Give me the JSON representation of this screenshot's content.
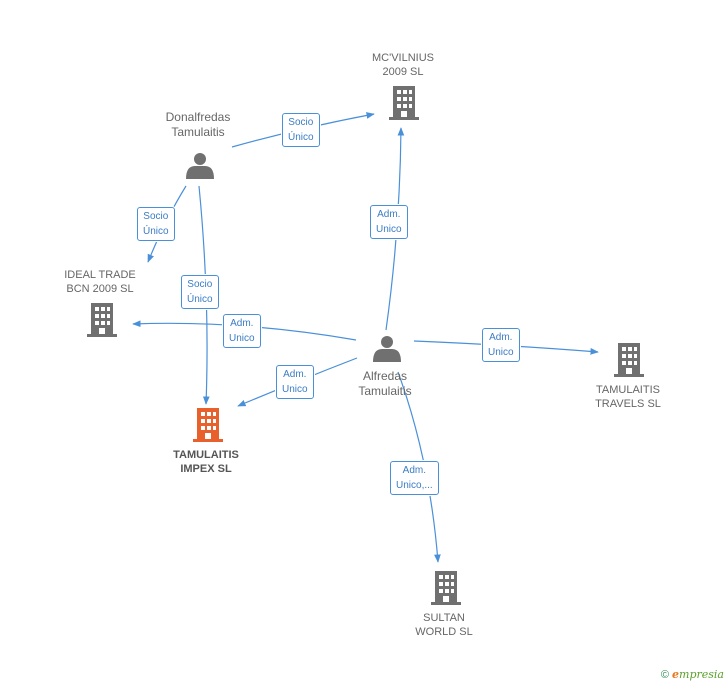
{
  "colors": {
    "edge": "#4a90d9",
    "company": "#707070",
    "focus_company": "#e8602c",
    "person": "#707070"
  },
  "nodes": {
    "donalfredas": {
      "line1": "Donalfredas",
      "line2": "Tamulaitis",
      "icon": "person-icon"
    },
    "alfredas": {
      "line1": "Alfredas",
      "line2": "Tamulaitis",
      "icon": "person-icon"
    },
    "mcvilnius": {
      "line1": "MC'VILNIUS",
      "line2": "2009 SL",
      "icon": "building-icon"
    },
    "idealtrade": {
      "line1": "IDEAL TRADE",
      "line2": "BCN 2009 SL",
      "icon": "building-icon"
    },
    "tamulaitis_impex": {
      "line1": "TAMULAITIS",
      "line2": "IMPEX SL",
      "icon": "building-icon"
    },
    "tamulaitis_travels": {
      "line1": "TAMULAITIS",
      "line2": "TRAVELS SL",
      "icon": "building-icon"
    },
    "sultan": {
      "line1": "SULTAN",
      "line2": "WORLD SL",
      "icon": "building-icon"
    }
  },
  "edges": {
    "don_mcv": {
      "line1": "Socio",
      "line2": "Único"
    },
    "don_ideal": {
      "line1": "Socio",
      "line2": "Único"
    },
    "don_impex": {
      "line1": "Socio",
      "line2": "Único"
    },
    "alf_mcv": {
      "line1": "Adm.",
      "line2": "Unico"
    },
    "alf_ideal": {
      "line1": "Adm.",
      "line2": "Unico"
    },
    "alf_impex": {
      "line1": "Adm.",
      "line2": "Unico"
    },
    "alf_travels": {
      "line1": "Adm.",
      "line2": "Unico"
    },
    "alf_sultan": {
      "line1": "Adm.",
      "line2": "Unico,..."
    }
  },
  "footer": {
    "copyright": "©",
    "brand_e": "e",
    "brand_rest": "mpresia"
  }
}
